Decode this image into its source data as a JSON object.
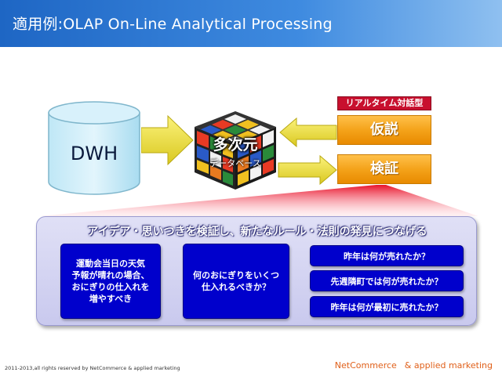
{
  "title": "適用例:OLAP  On-Line Analytical Processing",
  "dwh": {
    "label": "DWH"
  },
  "cube": {
    "main": "多次元",
    "sub": "データベース"
  },
  "realtime": {
    "badge": "リアルタイム対話型"
  },
  "boxes": {
    "hypothesis": "仮説",
    "verify": "検証"
  },
  "panel": {
    "heading": "アイデア・思いつきを検証し、新たなルール・法則の発見につなげる",
    "card1": [
      "運動会当日の天気",
      "予報が晴れの場合、",
      "おにぎりの仕入れを",
      "増やすべき"
    ],
    "card2": [
      "何のおにぎりをいくつ",
      "仕入れるべきか？"
    ],
    "questions": [
      "昨年は何が売れたか？",
      "先週隣町では何が売れたか？",
      "昨年は何が最初に売れたか？"
    ]
  },
  "footer": {
    "copyright": "2011-2013,all rights reserved by NetCommerce & applied marketing",
    "brand_name": "NetCommerce",
    "brand_amp": "&",
    "brand_tail": "applied marketing"
  },
  "colors": {
    "title_bar": "#1e66c4",
    "orange": "#f4a31a",
    "badge_red": "#c8102e",
    "card_blue": "#0000cc",
    "panel_lavender": "#d4d4f2",
    "brand_orange": "#e0601a"
  }
}
